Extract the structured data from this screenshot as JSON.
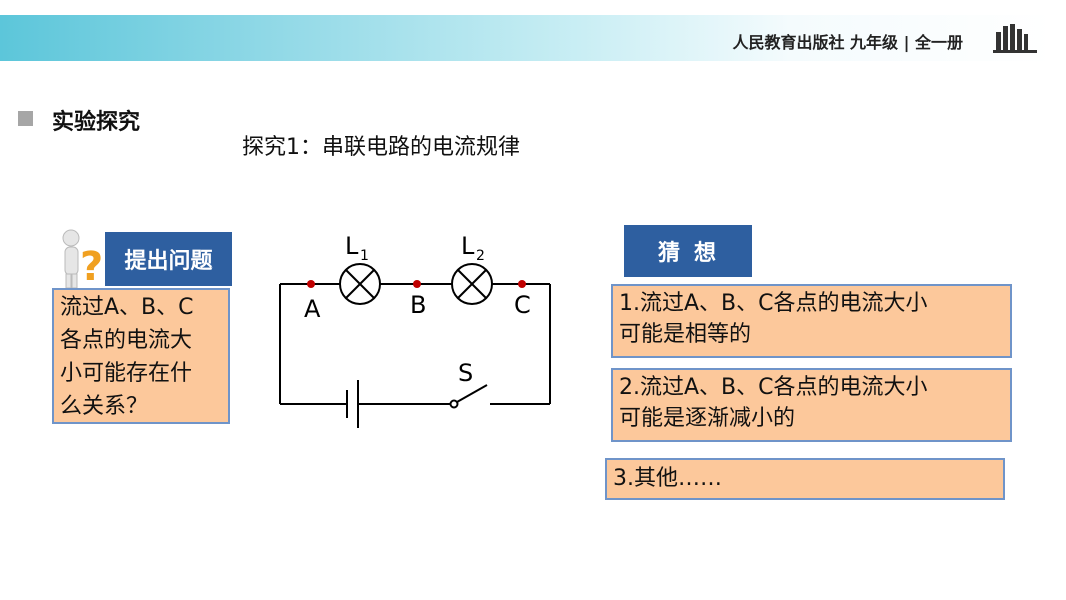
{
  "header": {
    "publisher": "人民教育出版社 九年级 | 全一册"
  },
  "section": {
    "title": "实验探究",
    "subtitle": "探究1：串联电路的电流规律"
  },
  "question": {
    "tag": "提出问题",
    "lines": [
      "流过A、B、C",
      "各点的电流大",
      "小可能存在什",
      "么关系？"
    ]
  },
  "circuit": {
    "lamp1_label": "L",
    "lamp1_sub": "1",
    "lamp2_label": "L",
    "lamp2_sub": "2",
    "point_a": "A",
    "point_b": "B",
    "point_c": "C",
    "switch_label": "S"
  },
  "guess": {
    "tag": "猜想",
    "items": [
      {
        "line1": "1.流过A、B、C各点的电流大小",
        "line2": "可能是相等的"
      },
      {
        "line1": "2.流过A、B、C各点的电流大小",
        "line2": "可能是逐渐减小的"
      },
      {
        "line1": "3.其他……"
      }
    ]
  },
  "colors": {
    "tag_blue": "#2e5fa0",
    "box_fill": "#fcc89b",
    "box_border": "#6f94c9",
    "point_red": "#c00000"
  }
}
